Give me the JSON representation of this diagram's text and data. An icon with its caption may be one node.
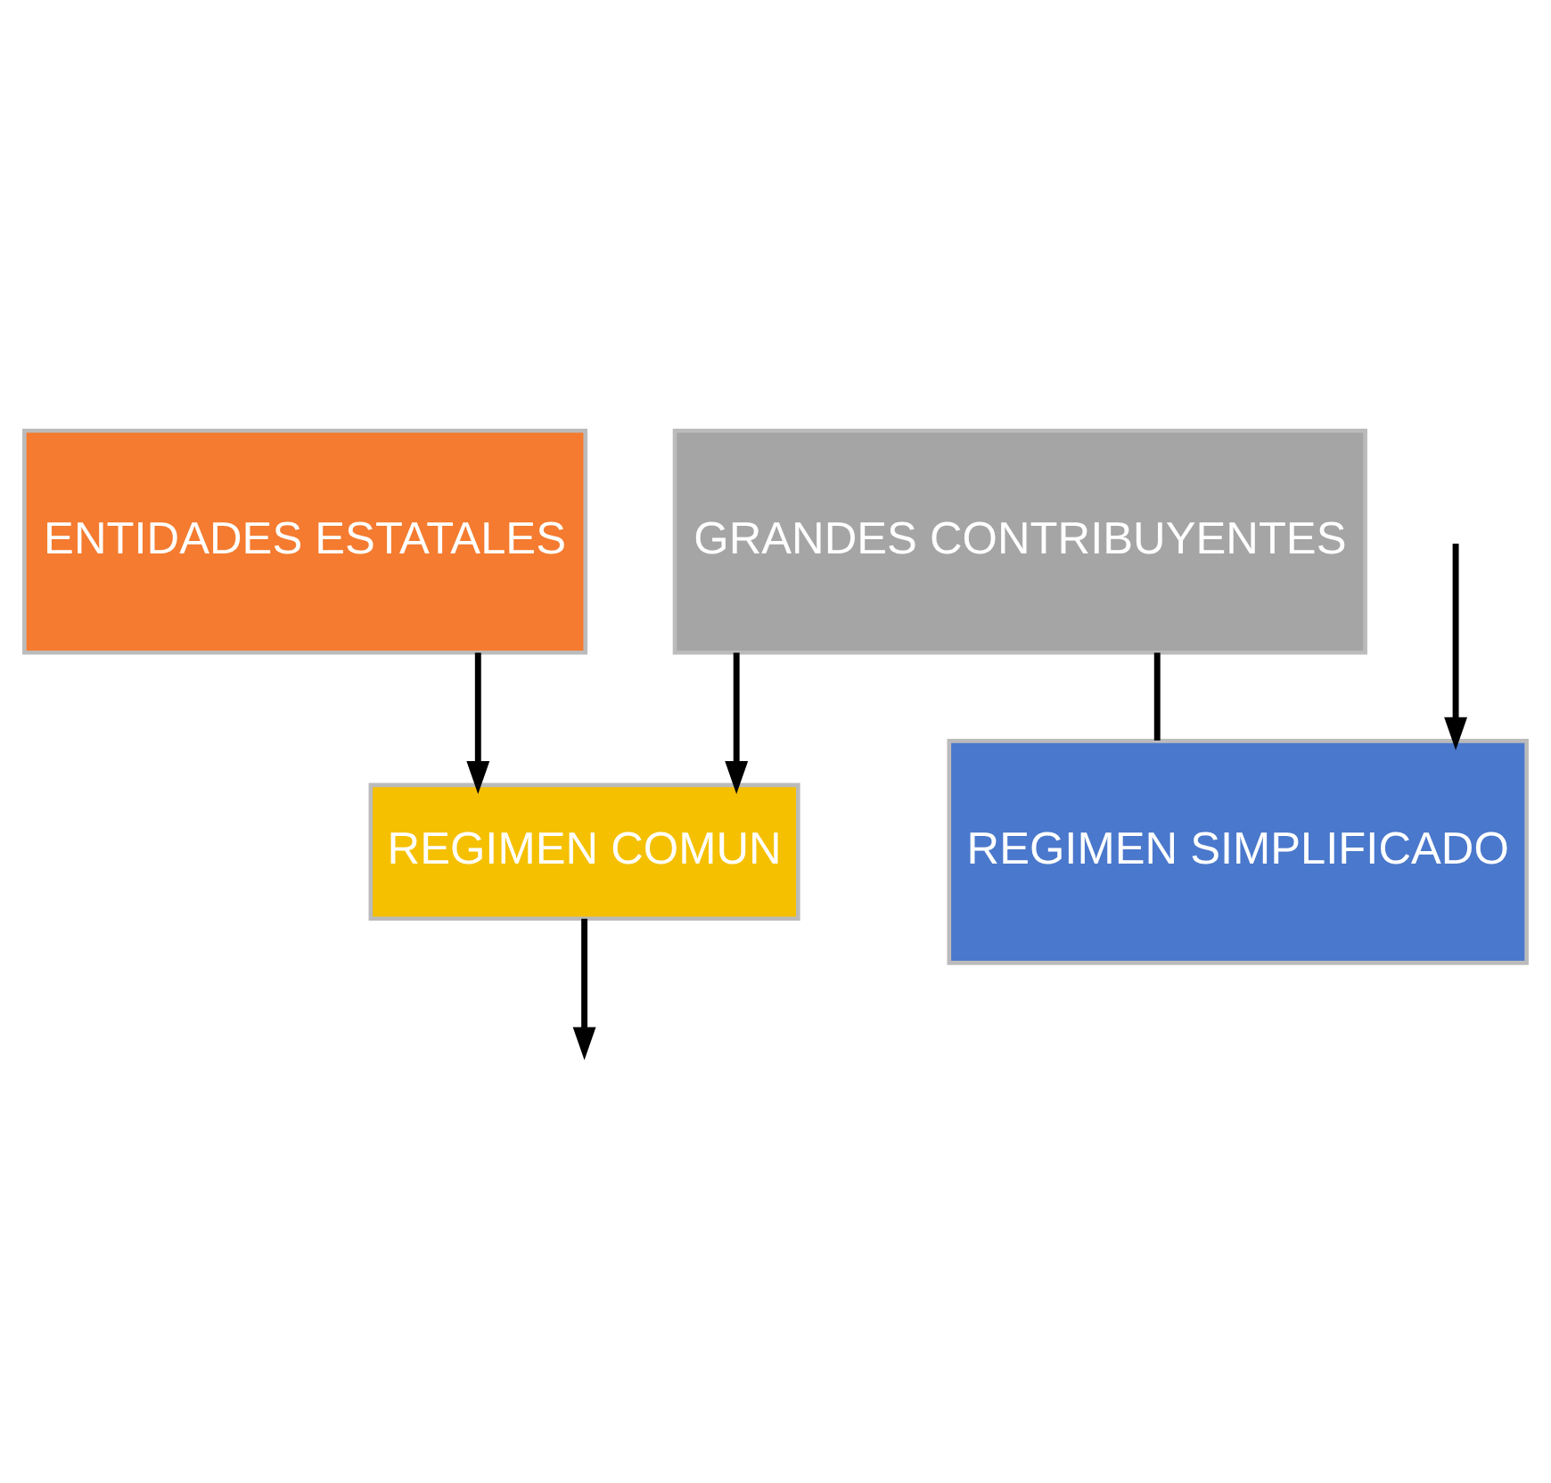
{
  "diagram": {
    "nodes": [
      {
        "text": [
          "ENTIDADES ESTATALES"
        ]
      },
      {
        "text": [
          "GRANDES CONTRIBUYENTES"
        ]
      },
      {
        "text": [
          "REGIMEN COMUN"
        ]
      },
      {
        "text": [
          "REGIMEN SIMPLIFICADO"
        ]
      }
    ],
    "edges": [
      {
        "from": 0,
        "to": 2,
        "arrow": "to"
      },
      {
        "from": 1,
        "to": 2,
        "arrow": "to"
      },
      {
        "from": 2,
        "to": null,
        "arrow": "to"
      },
      {
        "from": null,
        "to": 3,
        "arrow": "to"
      },
      {
        "from": 1,
        "to": 3,
        "arrow": "none"
      }
    ]
  }
}
